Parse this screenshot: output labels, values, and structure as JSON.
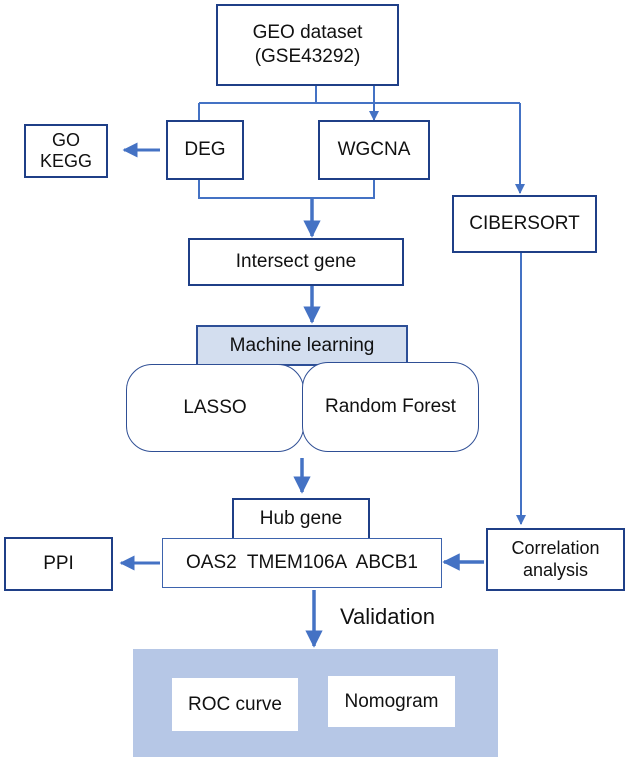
{
  "nodes": {
    "geo": {
      "line1": "GEO dataset",
      "line2": "(GSE43292)"
    },
    "deg": "DEG",
    "wgcna": "WGCNA",
    "go_kegg": {
      "line1": "GO",
      "line2": "KEGG"
    },
    "cibersort": "CIBERSORT",
    "intersect": "Intersect gene",
    "machine_learning": "Machine learning",
    "lasso": "LASSO",
    "random_forest": "Random Forest",
    "hub_gene": "Hub gene",
    "genes": "OAS2  TMEM106A  ABCB1",
    "ppi": "PPI",
    "correlation": {
      "line1": "Correlation",
      "line2": "analysis"
    },
    "validation": "Validation",
    "roc": "ROC curve",
    "nomogram": "Nomogram"
  },
  "colors": {
    "arrow": "#4472c4",
    "box_border": "#1f3f87",
    "header_fill": "#d3deef",
    "panel_fill": "#b6c7e6"
  }
}
